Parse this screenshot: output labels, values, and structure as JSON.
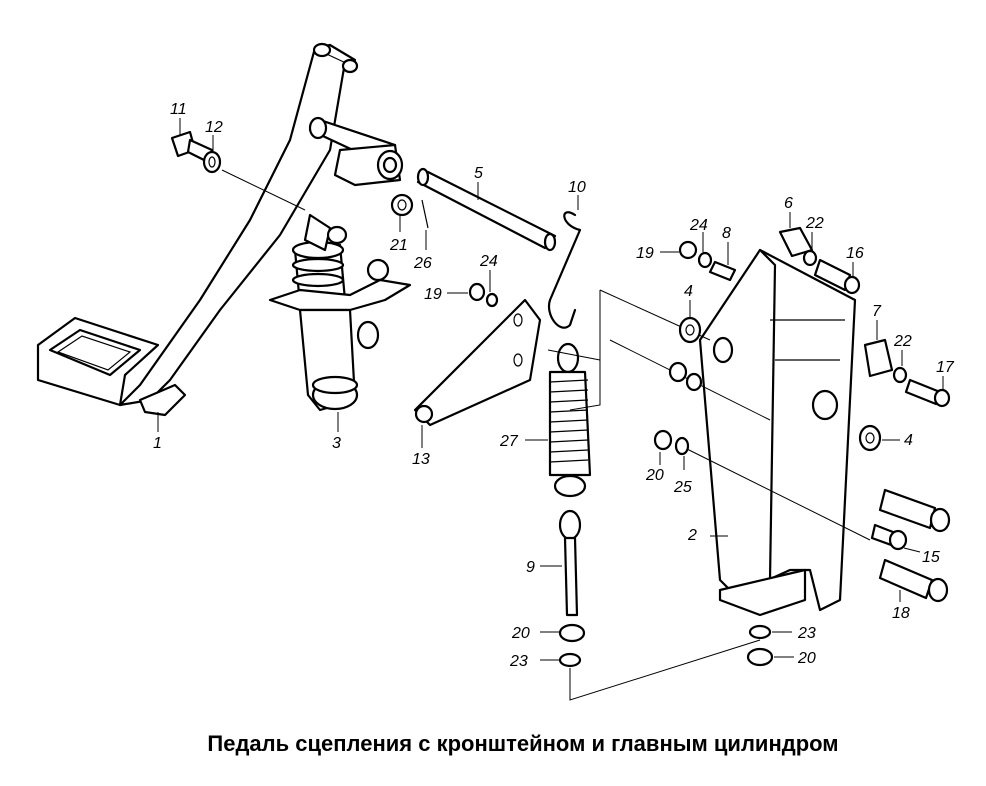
{
  "caption": "Педаль сцепления с кронштейном и главным цилиндром",
  "callouts": {
    "c1": "1",
    "c2": "2",
    "c3": "3",
    "c4a": "4",
    "c4b": "4",
    "c5": "5",
    "c6": "6",
    "c7": "7",
    "c8": "8",
    "c9": "9",
    "c10": "10",
    "c11": "11",
    "c12": "12",
    "c13": "13",
    "c15": "15",
    "c16": "16",
    "c17": "17",
    "c18": "18",
    "c19a": "19",
    "c19b": "19",
    "c20a": "20",
    "c20b": "20",
    "c20c": "20",
    "c21": "21",
    "c22a": "22",
    "c22b": "22",
    "c23a": "23",
    "c23b": "23",
    "c24a": "24",
    "c24b": "24",
    "c25": "25",
    "c26": "26",
    "c27": "27"
  }
}
